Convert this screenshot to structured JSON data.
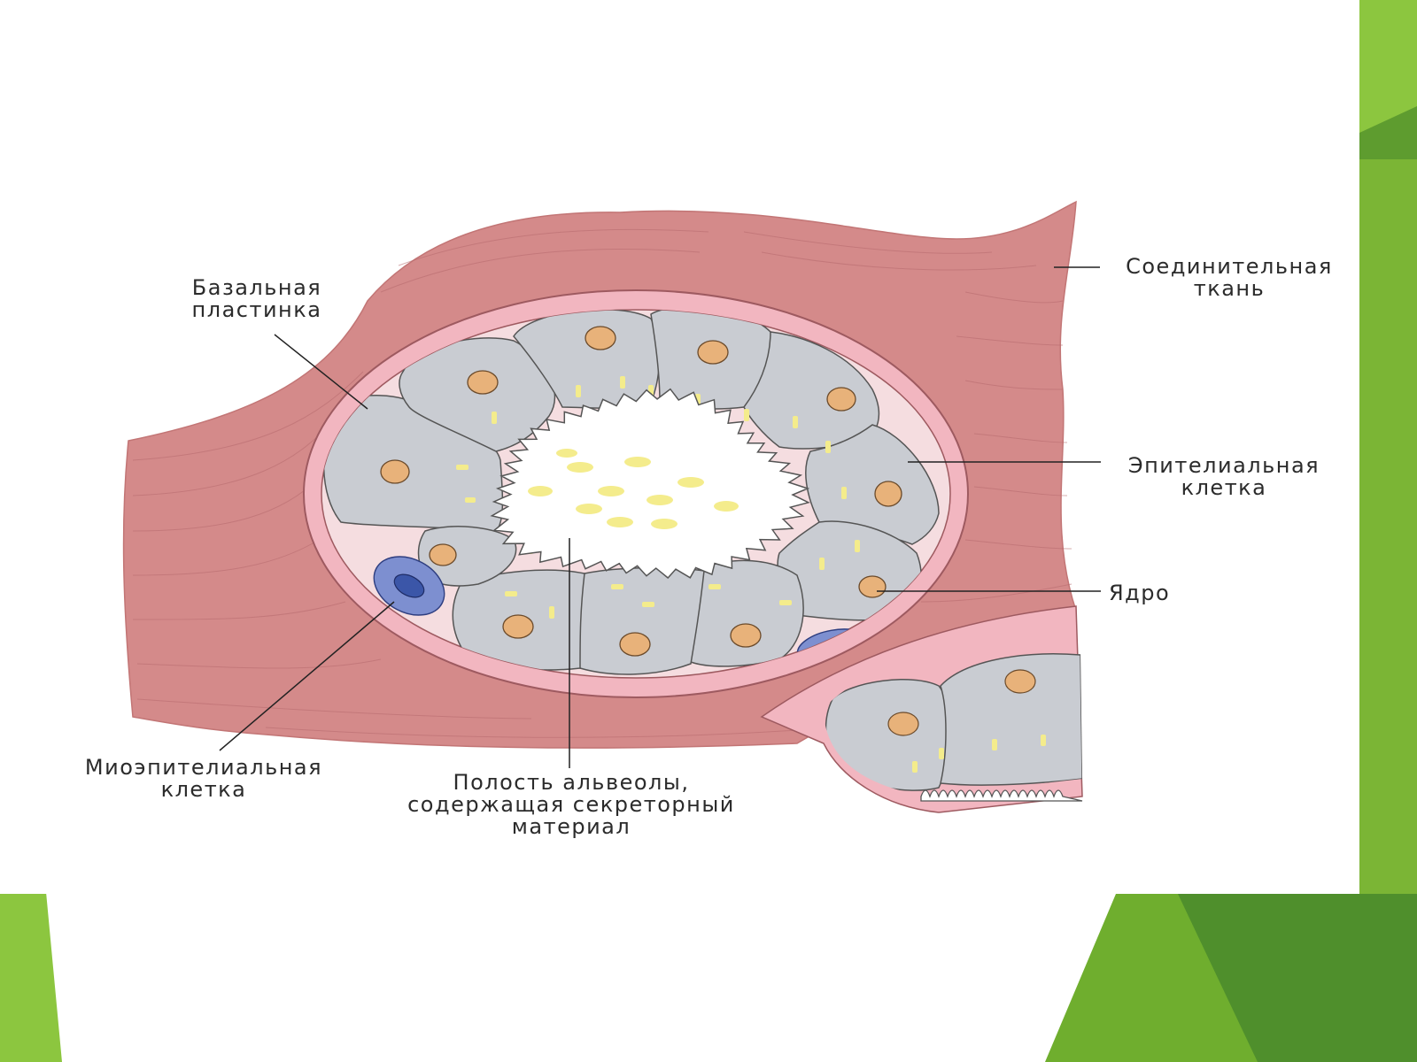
{
  "labels": {
    "basal_lamina": [
      "Базальная",
      "пластинка"
    ],
    "connective_tissue": [
      "Соединительная",
      "ткань"
    ],
    "epithelial_cell": [
      "Эпителиальная",
      "клетка"
    ],
    "nucleus": [
      "Ядро"
    ],
    "myoepithelial_cell": [
      "Миоэпителиальная",
      "клетка"
    ],
    "alveolar_cavity": [
      "Полость альвеолы,",
      "содержащая секреторный",
      "материал"
    ]
  },
  "colors": {
    "slide_green_dark": "#4f8f2c",
    "slide_green_mid": "#6fae2e",
    "slide_green_light": "#8cc63f",
    "connective_tissue": "#d48a8a",
    "basal_lamina": "#f2b6c0",
    "epithelial_cell": "#c9ccd2",
    "nucleus": "#e8b27a",
    "secretory_granule": "#f4ec8c",
    "myoepithelial_cell": "#7d8fd0",
    "myoepithelial_nucleus": "#3b56a8"
  }
}
